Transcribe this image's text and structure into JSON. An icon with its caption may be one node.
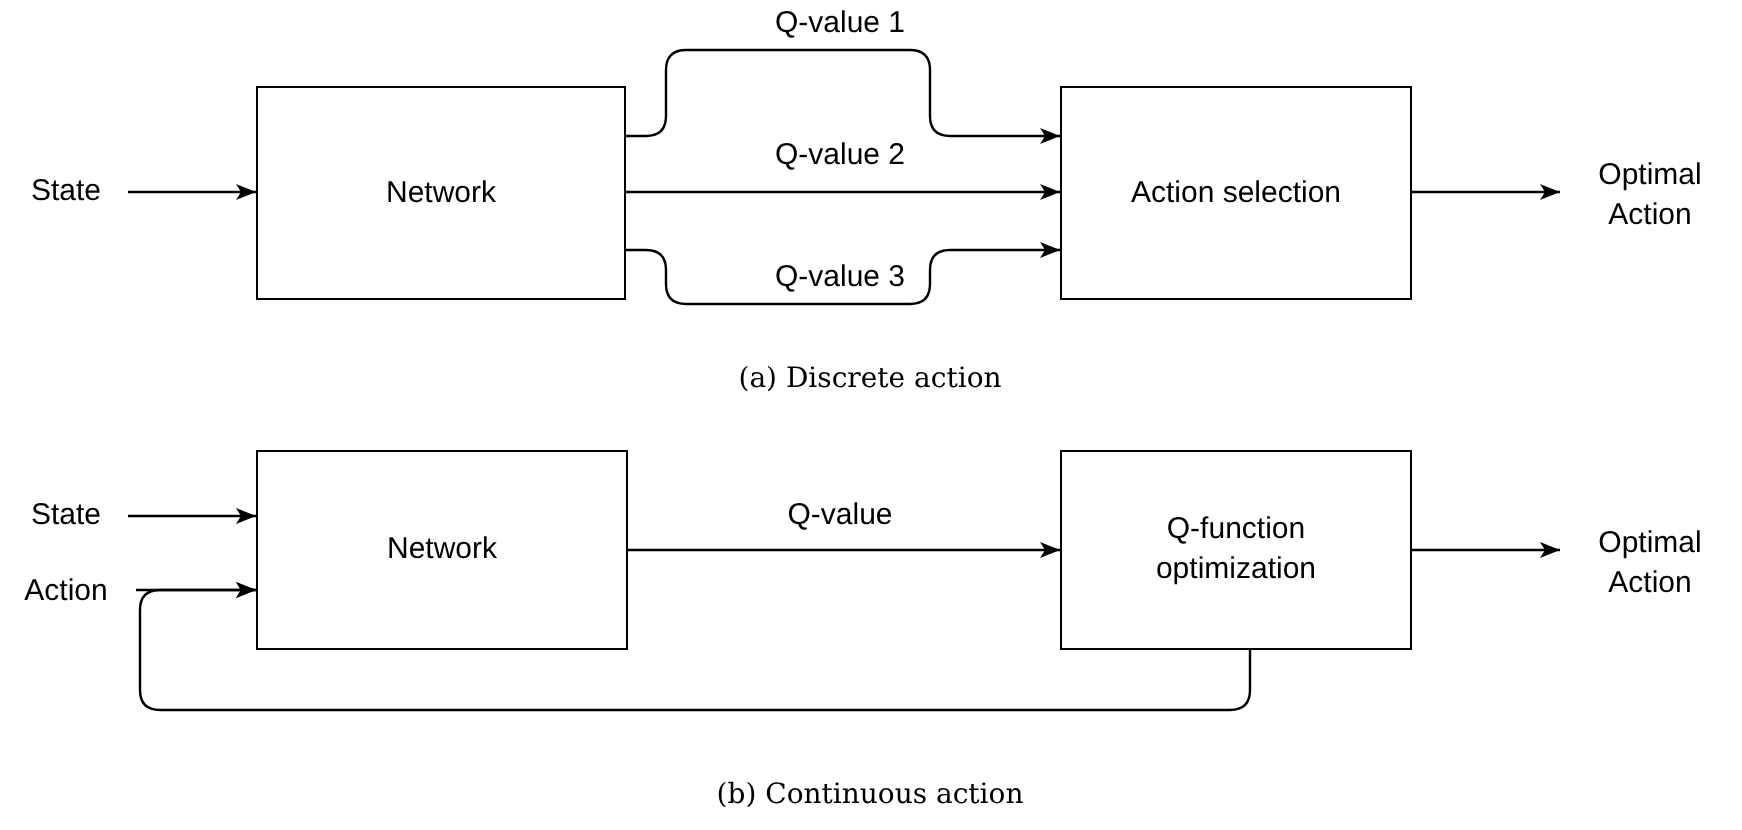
{
  "diagram": {
    "nodes": [
      {
        "text": [
          "State"
        ]
      },
      {
        "text": [
          "Network"
        ]
      },
      {
        "text": [
          "Action selection"
        ]
      },
      {
        "text": [
          "Optimal Action"
        ]
      },
      {
        "text": [
          "State"
        ]
      },
      {
        "text": [
          "Action"
        ]
      },
      {
        "text": [
          "Network"
        ]
      },
      {
        "text": [
          "Q-function optimization"
        ]
      },
      {
        "text": [
          "Optimal Action"
        ]
      }
    ],
    "edges": [
      {
        "from": 0,
        "to": 1,
        "arrow": "to"
      },
      {
        "from": 1,
        "to": 2,
        "arrow": "to",
        "label": "Q-value 1"
      },
      {
        "from": 1,
        "to": 2,
        "arrow": "to",
        "label": "Q-value 2"
      },
      {
        "from": 1,
        "to": 2,
        "arrow": "to",
        "label": "Q-value 3"
      },
      {
        "from": 2,
        "to": 3,
        "arrow": "to"
      },
      {
        "from": 4,
        "to": 6,
        "arrow": "to"
      },
      {
        "from": 6,
        "to": 7,
        "arrow": "to",
        "label": "Q-value"
      },
      {
        "from": 7,
        "to": 8,
        "arrow": "to"
      },
      {
        "from": 7,
        "to": 6,
        "arrow": "to"
      },
      {
        "from": 5,
        "to": 6,
        "arrow": "to"
      }
    ],
    "labels": [
      "(a) Discrete action",
      "(b) Continuous action"
    ]
  }
}
